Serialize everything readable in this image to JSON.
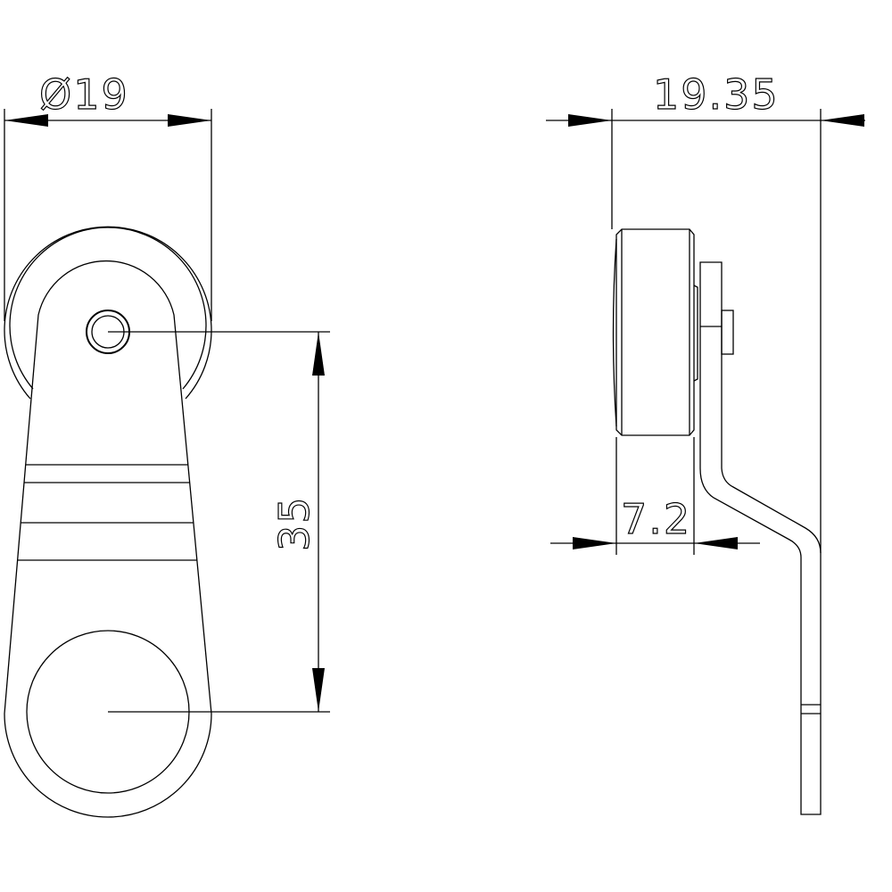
{
  "dimensions": {
    "wheel_diameter": "Ø19",
    "hole_spacing": "35",
    "overall_depth": "19.35",
    "wheel_width": "7.2"
  },
  "colors": {
    "line": "#000000",
    "background": "#ffffff"
  }
}
